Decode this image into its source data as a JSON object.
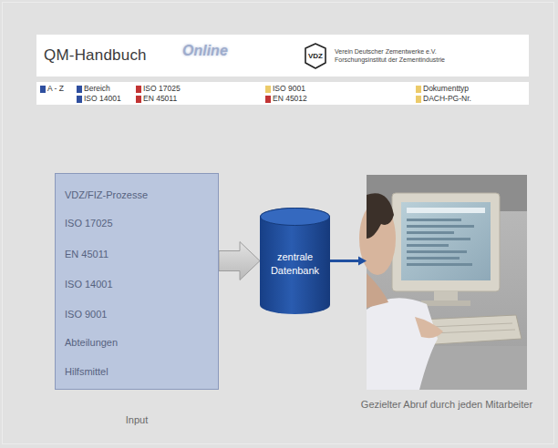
{
  "diagram": {
    "nodes": [
      {
        "text": [
          "QM-Handbuch",
          "Online",
          "Verein Deutscher Zementwerke e.V. Forschungsinstitut der Zementindustrie"
        ]
      },
      {
        "text": [
          "VDZ"
        ],
        "in": 0
      },
      {
        "text": [
          "A - Z",
          "Bereich",
          "ISO 17025",
          "ISO 9001",
          "Dokumenttyp",
          "ISO 14001",
          "EN 45011",
          "EN 45012",
          "DACH-PG-Nr."
        ]
      },
      {
        "text": [
          "VDZ/FIZ-Prozesse",
          "ISO 17025",
          "EN 45011",
          "ISO 14001",
          "ISO 9001",
          "Abteilungen",
          "Hilfsmittel",
          "Input"
        ]
      },
      {
        "text": [
          "zentrale Datenbank"
        ]
      },
      {
        "text": [
          "Gezielter Abruf durch jeden Mitarbeiter"
        ]
      }
    ],
    "edges": [
      {
        "from": 3,
        "to": 4,
        "arrow": "to"
      },
      {
        "from": 4,
        "to": 5,
        "arrow": "to"
      }
    ]
  }
}
